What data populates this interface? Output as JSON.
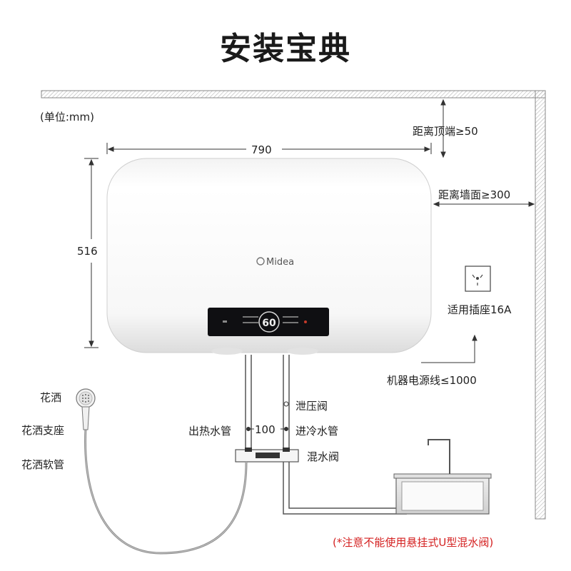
{
  "title": "安装宝典",
  "unit": "(单位:mm)",
  "dims": {
    "width": "790",
    "height": "516",
    "spacing": "100"
  },
  "labels": {
    "top_clearance": "距离顶端≥50",
    "wall_clearance": "距离墙面≥300",
    "socket": "适用插座16A",
    "power_cord": "机器电源线≤1000",
    "relief_valve": "泄压阀",
    "hot_outlet": "出热水管",
    "cold_inlet": "进冷水管",
    "mixing_valve": "混水阀",
    "shower_head": "花洒",
    "shower_bracket": "花洒支座",
    "shower_hose": "花洒软管"
  },
  "device": {
    "brand": "Midea",
    "display_value": "60"
  },
  "note": "(*注意不能使用悬挂式U型混水阀)"
}
